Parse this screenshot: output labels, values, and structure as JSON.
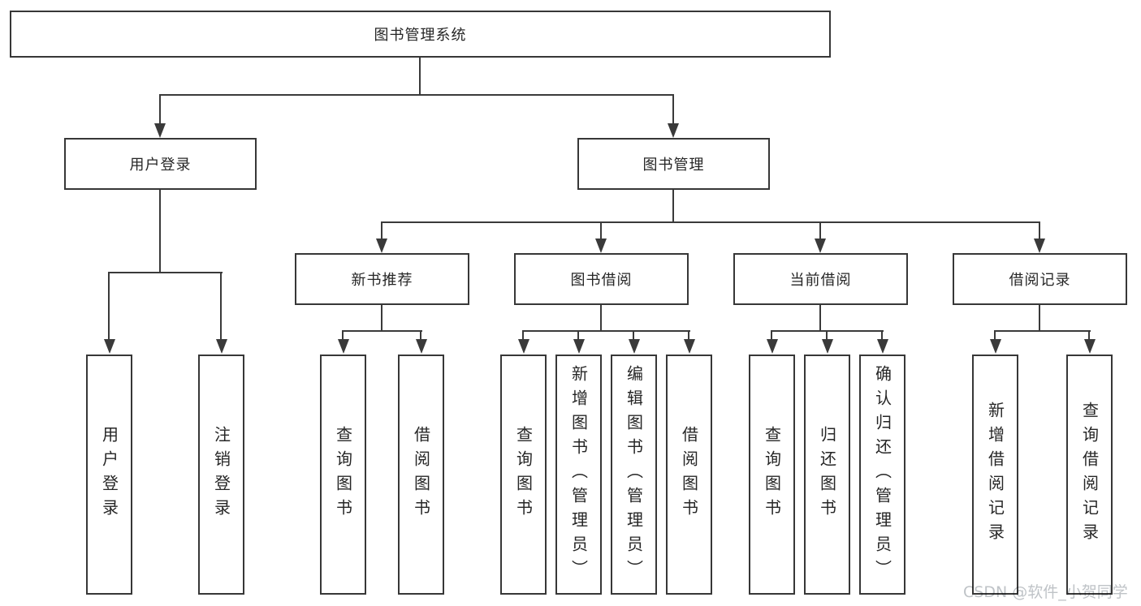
{
  "diagram": {
    "title": "图书管理系统",
    "watermark": "CSDN @软件_小贺同学",
    "colors": {
      "line": "#3a3a3a",
      "box_border": "#373737",
      "box_fill": "#ffffff",
      "text": "#262626",
      "watermark_text": "#bfc3c7",
      "background": "#ffffff"
    },
    "nodes": {
      "root": {
        "label": "图书管理系统"
      },
      "user_login": {
        "label": "用户登录",
        "children": [
          {
            "label": "用户登录"
          },
          {
            "label": "注销登录"
          }
        ]
      },
      "book_mgmt": {
        "label": "图书管理",
        "children": [
          {
            "label": "新书推荐",
            "children": [
              {
                "label": "查询图书"
              },
              {
                "label": "借阅图书"
              }
            ]
          },
          {
            "label": "图书借阅",
            "children": [
              {
                "label": "查询图书"
              },
              {
                "label": "新增图书（管理员）"
              },
              {
                "label": "编辑图书（管理员）"
              },
              {
                "label": "借阅图书"
              }
            ]
          },
          {
            "label": "当前借阅",
            "children": [
              {
                "label": "查询图书"
              },
              {
                "label": "归还图书"
              },
              {
                "label": "确认归还（管理员）"
              }
            ]
          },
          {
            "label": "借阅记录",
            "children": [
              {
                "label": "新增借阅记录"
              },
              {
                "label": "查询借阅记录"
              }
            ]
          }
        ]
      }
    }
  }
}
